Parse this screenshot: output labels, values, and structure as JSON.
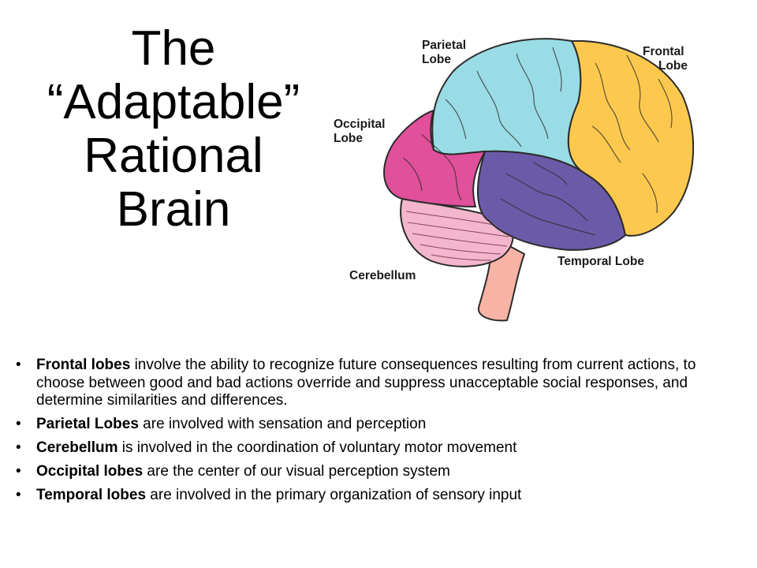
{
  "title": {
    "line1": "The",
    "line2": "“Adaptable”",
    "line3": "Rational",
    "line4": "Brain"
  },
  "diagram": {
    "labels": {
      "parietal_1": "Parietal",
      "parietal_2": "Lobe",
      "frontal_1": "Frontal",
      "frontal_2": "Lobe",
      "occipital_1": "Occipital",
      "occipital_2": "Lobe",
      "temporal": "Temporal Lobe",
      "cerebellum": "Cerebellum"
    },
    "colors": {
      "frontal": "#FCC84E",
      "parietal": "#9ADCE5",
      "occipital": "#E0509B",
      "temporal": "#6B5AA8",
      "cerebellum": "#F3B6CC",
      "brainstem": "#F6B3A6",
      "outline": "#2b2b2b"
    }
  },
  "bullets": [
    {
      "term": "Frontal lobes",
      "text": " involve the ability to recognize future consequences resulting from current actions, to choose between good and bad actions override and suppress unacceptable social responses, and determine similarities and differences."
    },
    {
      "term": "Parietal Lobes",
      "text": " are involved with sensation and perception"
    },
    {
      "term": "Cerebellum",
      "text": " is involved in the coordination of voluntary motor movement"
    },
    {
      "term": "Occipital lobes",
      "text": " are the center of our visual perception system"
    },
    {
      "term": "Temporal lobes",
      "text": " are involved in the primary organization of sensory input"
    }
  ],
  "bullet_glyph": "•"
}
